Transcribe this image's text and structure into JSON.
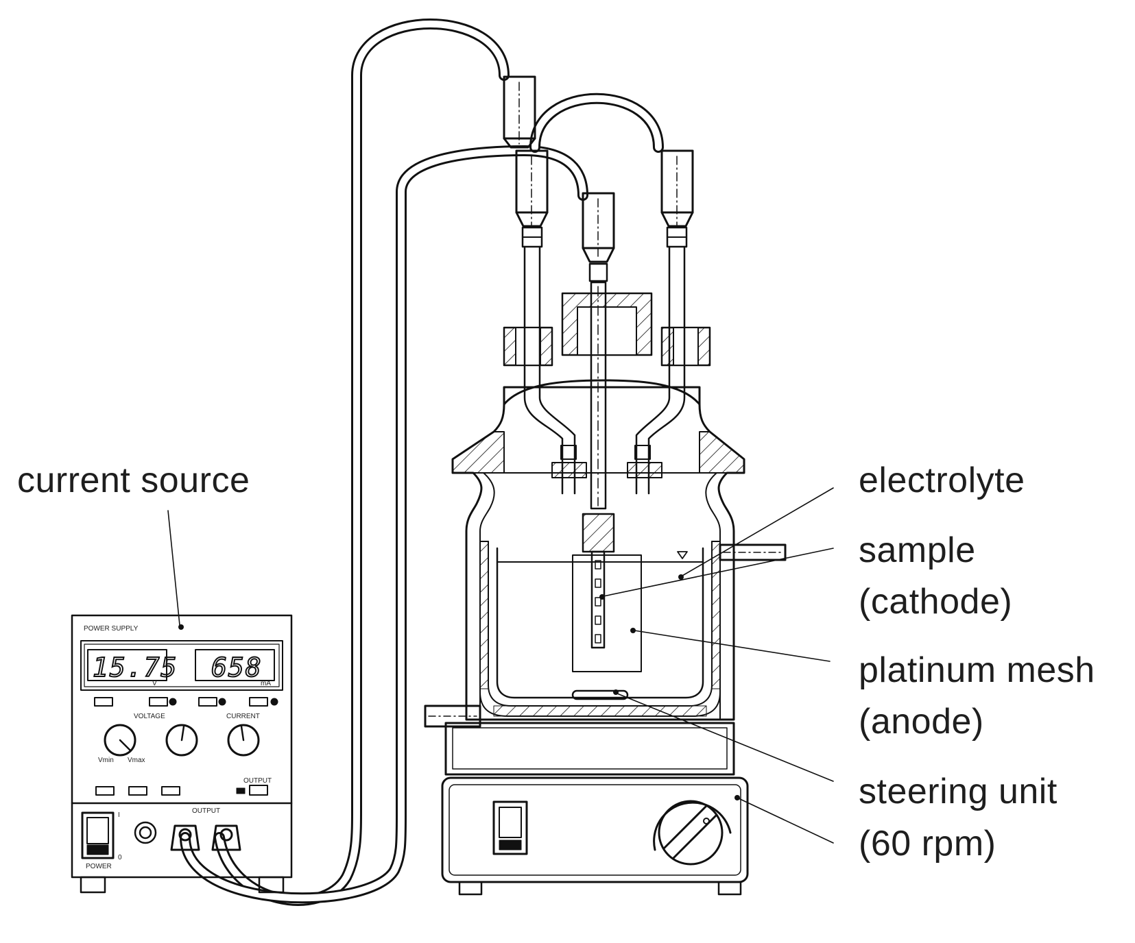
{
  "labels": {
    "current_source": "current source",
    "electrolyte": "electrolyte",
    "sample_line1": "sample",
    "sample_line2": "(cathode)",
    "mesh_line1": "platinum mesh",
    "mesh_line2": "(anode)",
    "steering_line1": "steering unit",
    "steering_line2": "(60 rpm)"
  },
  "power_supply": {
    "brand": "POWER SUPPLY",
    "voltage_display": "15.75",
    "current_display": "658",
    "voltage_unit": "V",
    "current_unit": "mA",
    "voltage_knob": "VOLTAGE",
    "current_knob": "CURRENT",
    "vmin": "Vmin",
    "vmax": "Vmax",
    "output_button": "OUTPUT",
    "output_terminals": "OUTPUT",
    "power": "POWER",
    "switch_on": "I",
    "switch_off": "0"
  },
  "colors": {
    "ink": "#111111",
    "label": "#1e1e1e",
    "background": "#ffffff"
  }
}
